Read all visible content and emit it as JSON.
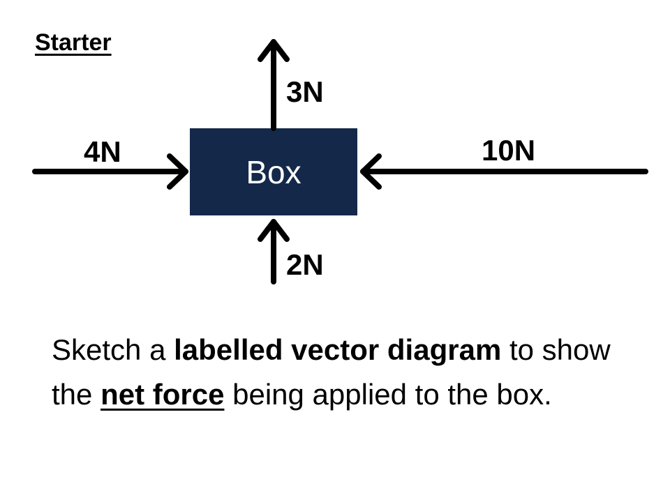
{
  "heading": "Starter",
  "colors": {
    "box_fill": "#14294A",
    "box_text": "#ffffff",
    "arrows": "#000000"
  },
  "box": {
    "label": "Box"
  },
  "forces": {
    "up": {
      "label": "3N"
    },
    "left": {
      "label": "4N"
    },
    "right": {
      "label": "10N"
    },
    "down": {
      "label": "2N"
    }
  },
  "task": {
    "part1": "Sketch a ",
    "bold1": "labelled vector diagram",
    "part2": " to show the ",
    "bold_underlined": "net force",
    "part3": " being applied to the box."
  }
}
